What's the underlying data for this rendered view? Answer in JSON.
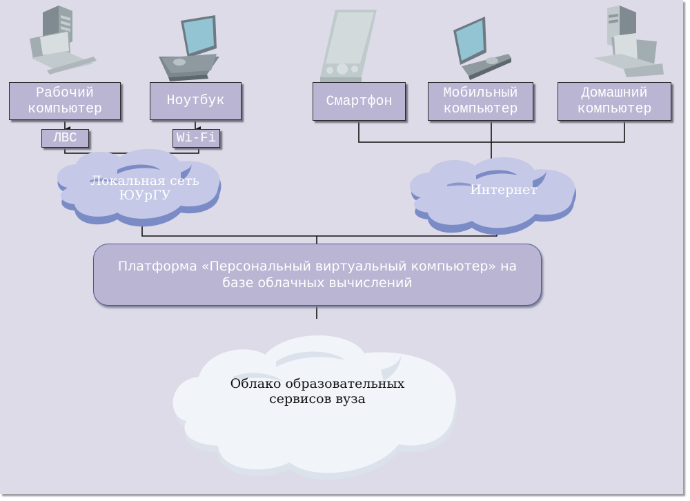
{
  "devices": [
    {
      "label": "Рабочий компьютер",
      "icon": "desktop-computer-icon",
      "connector": "ЛВС"
    },
    {
      "label": "Ноутбук",
      "icon": "laptop-icon",
      "connector": "Wi-Fi"
    },
    {
      "label": "Смартфон",
      "icon": "smartphone-icon"
    },
    {
      "label": "Мобильный компьютер",
      "icon": "laptop-icon"
    },
    {
      "label": "Домашний компьютер",
      "icon": "desktop-computer-icon"
    }
  ],
  "labels": {
    "device_1_line1": "Рабочий",
    "device_1_line2": "компьютер",
    "device_2": "Ноутбук",
    "device_3": "Смартфон",
    "device_4_line1": "Мобильный",
    "device_4_line2": "компьютер",
    "device_5_line1": "Домашний",
    "device_5_line2": "компьютер",
    "lan": "ЛВС",
    "wifi": "Wi-Fi"
  },
  "clouds": {
    "local_line1": "Локальная сеть",
    "local_line2": "ЮУрГУ",
    "internet": "Интернет",
    "services_line1": "Облако образовательных",
    "services_line2": "сервисов вуза"
  },
  "platform": {
    "line1": "Платформа «Персональный виртуальный компьютер» на",
    "line2": "базе облачных вычислений"
  },
  "colors": {
    "background": "#dddbe8",
    "box_fill": "#b9b5d3",
    "cloud_blue": "#c5c8e6",
    "cloud_blue_shadow": "#7b8bc6",
    "cloud_white": "#f1f4f8",
    "cloud_white_shadow": "#dbe2ec"
  }
}
